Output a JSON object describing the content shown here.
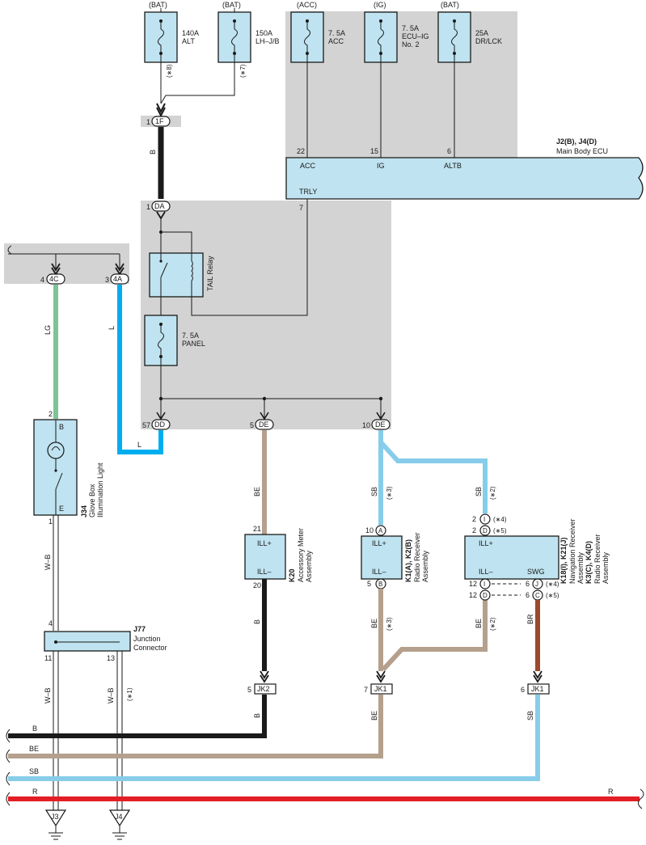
{
  "colors": {
    "wire_black": "#1a1a1a",
    "wire_blue": "#00aeef",
    "wire_lightblue": "#87cdea",
    "wire_beige": "#b4a08c",
    "wire_green": "#7ec396",
    "wire_brown": "#9b4a2b",
    "wire_red": "#e31e24",
    "component_fill": "#bfe3f0",
    "shade_gray": "#d3d3d3"
  },
  "fuses": {
    "f1": {
      "source": "(BAT)",
      "amp": "140A",
      "name": "ALT"
    },
    "f2": {
      "source": "(BAT)",
      "amp": "150A",
      "name": "LH–J/B"
    },
    "f3": {
      "source": "(ACC)",
      "amp": "7. 5A",
      "name": "ACC"
    },
    "f4": {
      "source": "(IG)",
      "amp": "7. 5A",
      "name": "ECU–IG",
      "name2": "No. 2"
    },
    "f5": {
      "source": "(BAT)",
      "amp": "25A",
      "name": "DR/LCK"
    },
    "f6": {
      "amp": "7. 5A",
      "name": "PANEL"
    }
  },
  "notes": {
    "n8": "(∗8)",
    "n7": "(∗7)",
    "n3": "(∗3)",
    "n2": "(∗2)",
    "n4": "(∗4)",
    "n5": "(∗5)",
    "n1": "(∗1)"
  },
  "connectors": {
    "c1F": {
      "pin": "1",
      "code": "1F"
    },
    "cDA": {
      "pin": "1",
      "code": "DA"
    },
    "c4C": {
      "pin": "4",
      "code": "4C"
    },
    "c4A": {
      "pin": "3",
      "code": "4A"
    },
    "cDD": {
      "pin": "57",
      "code": "DD"
    },
    "cDE5": {
      "pin": "5",
      "code": "DE"
    },
    "cDE10": {
      "pin": "10",
      "code": "DE"
    },
    "cA10": {
      "pin": "10",
      "code": "A"
    },
    "cB5": {
      "pin": "5",
      "code": "B"
    },
    "cI2": {
      "pin": "2",
      "code": "I"
    },
    "cD2": {
      "pin": "2",
      "code": "D"
    },
    "cI12": {
      "pin": "12",
      "code": "I"
    },
    "cD12": {
      "pin": "12",
      "code": "D"
    },
    "cJ6": {
      "pin": "6",
      "code": "J"
    },
    "cC6": {
      "pin": "6",
      "code": "C"
    },
    "jk2": {
      "pin": "5",
      "code": "JK2"
    },
    "jk1a": {
      "pin": "7",
      "code": "JK1"
    },
    "jk1b": {
      "pin": "6",
      "code": "JK1"
    },
    "gJ3": "J3",
    "gJ4": "J4"
  },
  "ecu": {
    "id": "J2(B), J4(D)",
    "name": "Main Body ECU",
    "pins": [
      {
        "num": "22",
        "label": "ACC"
      },
      {
        "num": "15",
        "label": "IG"
      },
      {
        "num": "6",
        "label": "ALTB"
      },
      {
        "num": "7",
        "label": "TRLY"
      }
    ]
  },
  "relay": {
    "name": "TAIL Relay"
  },
  "components": {
    "j34": {
      "id": "J34",
      "line1": "Glove Box",
      "line2": "Illumination Light",
      "pin_top": "2",
      "term_top": "B",
      "term_bot": "E",
      "pin_bot": "1"
    },
    "j77": {
      "id": "J77",
      "line1": "Junction",
      "line2": "Connector",
      "pin_top": "4",
      "pin_bl": "11",
      "pin_br": "13"
    },
    "k20": {
      "id": "K20",
      "line1": "Accessory Meter",
      "line2": "Assembly",
      "pin_top": "21",
      "pin_bot": "20",
      "term_top": "ILL+",
      "term_bot": "ILL–"
    },
    "k1": {
      "id": "K1(A), K2(B)",
      "line1": "Radio Receiver",
      "line2": "Assembly",
      "term_top": "ILL+",
      "term_bot": "ILL–"
    },
    "k18": {
      "id1": "K18(I), K21(J)",
      "line1": "Navigation Receiver",
      "line2": "Assembly",
      "id2": "K3(C), K4(D)",
      "line3": "Radio Receiver",
      "line4": "Assembly",
      "term_top": "ILL+",
      "term_bl": "ILL–",
      "term_br": "SWG"
    }
  },
  "wires": {
    "w_b1": "B",
    "w_lg": "LG",
    "w_l1": "L",
    "w_l2": "L",
    "w_be1": "BE",
    "w_sb1": "SB",
    "w_sb2": "SB",
    "w_b2": "B",
    "w_be2": "BE",
    "w_be3": "BE",
    "w_br": "BR",
    "w_wb1": "W–B",
    "w_wb2": "W–B",
    "w_wb3": "W–B",
    "w_b3": "B",
    "w_be4": "BE",
    "w_sb3": "SB"
  },
  "buses": {
    "b": "B",
    "be": "BE",
    "sb": "SB",
    "r_left": "R",
    "r_right": "R"
  }
}
